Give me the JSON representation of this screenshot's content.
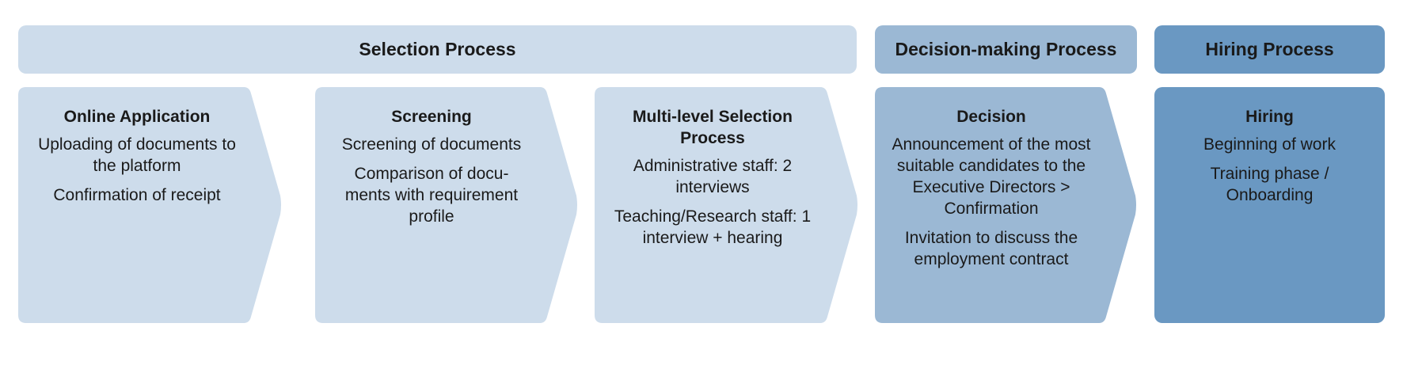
{
  "headers": {
    "selection": "Selection Process",
    "decision_making": "Decision-making Process",
    "hiring": "Hiring Process"
  },
  "stages": [
    {
      "title": "Online Application",
      "items": [
        "Uploading of documents to the platform",
        "Confirmation of receipt"
      ]
    },
    {
      "title": "Screening",
      "items": [
        "Screening of documents",
        "Comparison of docu-ments with requirement profile"
      ]
    },
    {
      "title": "Multi-level Selection Process",
      "items": [
        "Administrative staff: 2 interviews",
        "Teaching/Research staff: 1 interview + hearing"
      ]
    },
    {
      "title": "Decision",
      "items": [
        "Announcement of the most suitable candidates to the Executive Directors > Confirmation",
        "Invitation to discuss the employment contract"
      ]
    },
    {
      "title": "Hiring",
      "items": [
        "Beginning of work",
        "Training phase / Onboarding"
      ]
    }
  ],
  "colors": {
    "selection": "#cddceb",
    "decision_making": "#9bb8d4",
    "hiring": "#6a98c2"
  }
}
